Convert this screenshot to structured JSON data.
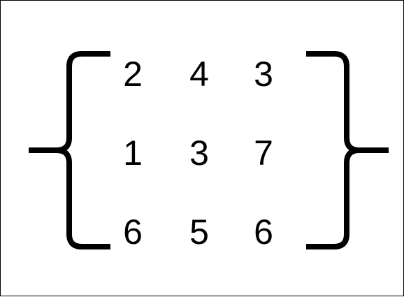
{
  "matrix": {
    "rows": [
      [
        "2",
        "4",
        "3"
      ],
      [
        "1",
        "3",
        "7"
      ],
      [
        "6",
        "5",
        "6"
      ]
    ]
  },
  "colors": {
    "ink": "#000000",
    "background": "#ffffff"
  }
}
